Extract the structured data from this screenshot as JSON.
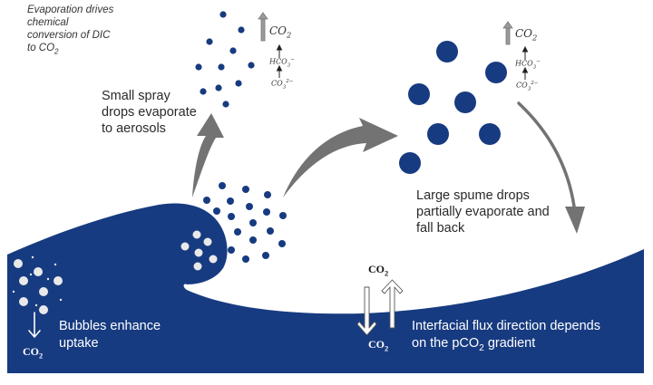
{
  "colors": {
    "ocean": "#173b80",
    "drop": "#173b80",
    "bubble": "#e9e9ea",
    "arrow_gray": "#737373",
    "text": "#2a2a2a"
  },
  "labels": {
    "evaporation_note": [
      "Evaporation drives",
      "chemical",
      "conversion of DIC",
      "to CO"
    ],
    "evaporation_note_sub": "2",
    "small_spray": [
      "Small spray",
      "drops evaporate",
      "to aerosols"
    ],
    "large_spume": [
      "Large spume drops",
      "partially evaporate and",
      "fall back"
    ],
    "bubbles": [
      "Bubbles enhance",
      "uptake"
    ],
    "interfacial": [
      "Interfacial flux direction depends",
      "on the pCO",
      " gradient"
    ],
    "interfacial_sub": "2"
  },
  "chemistry": {
    "co2": "CO",
    "co2_sub": "2",
    "hco3": "HCO",
    "hco3_sub": "3",
    "hco3_sup": "−",
    "co3": "CO",
    "co3_sub": "3",
    "co3_sup": "2−"
  },
  "flux_labels": {
    "co2_top": "CO",
    "co2_bottom": "CO",
    "co2_bubble": "CO",
    "sub": "2"
  }
}
